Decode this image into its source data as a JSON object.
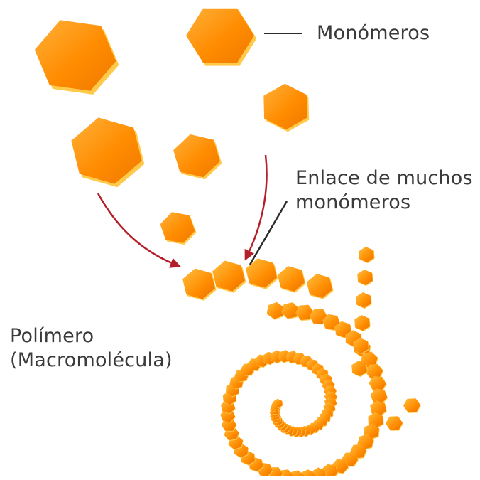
{
  "labels": {
    "monomers": "Monómeros",
    "link_line1": "Enlace de muchos",
    "link_line2": "monómeros",
    "polymer_line1": "Polímero",
    "polymer_line2": "(Macromolécula)"
  },
  "colors": {
    "hex_face": "#ff8c00",
    "hex_light": "#ffb13a",
    "hex_edge": "#ffc94a",
    "hex_dark": "#e06c00",
    "arrow": "#b3202a",
    "leader": "#2b2b2b",
    "text": "#3a3a3a"
  },
  "icons": {
    "monomer": "hexagon-shape",
    "arrow": "curved-arrow"
  }
}
